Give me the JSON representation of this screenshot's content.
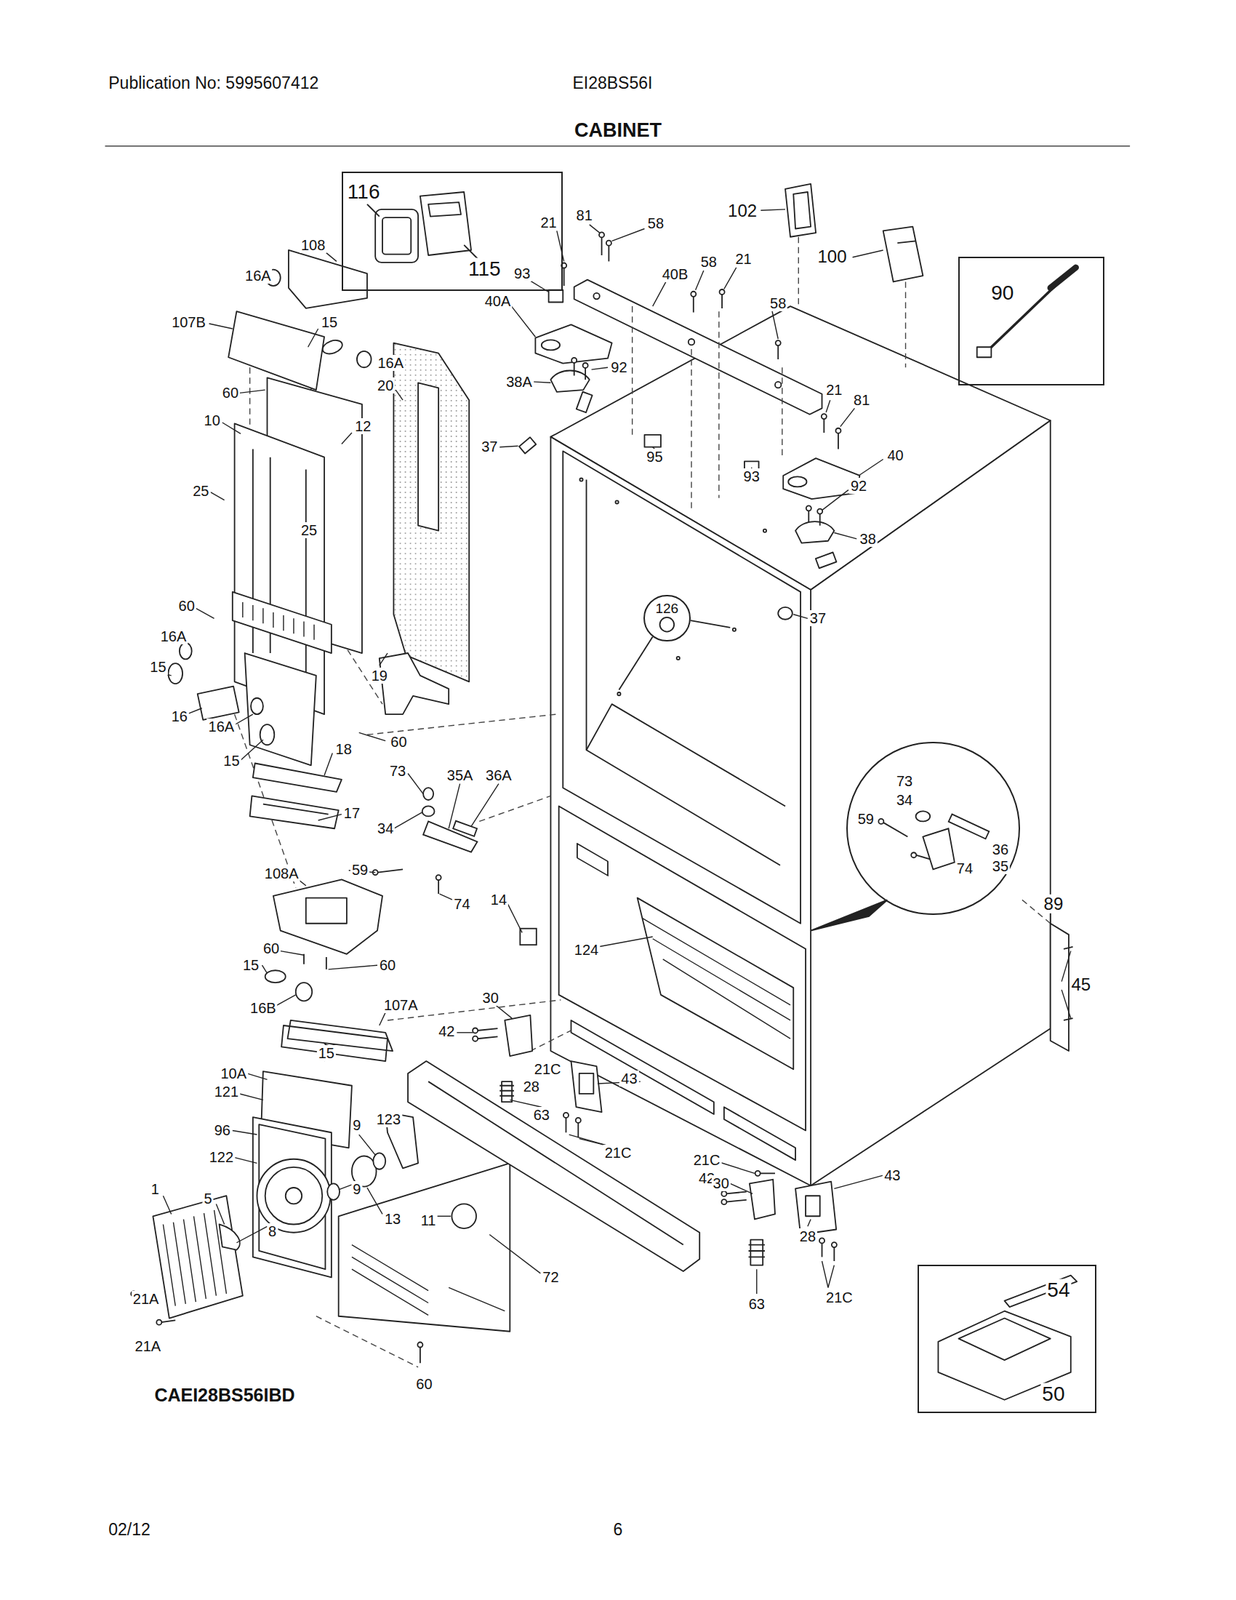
{
  "diagram": {
    "title": "CABINET",
    "nodes": [
      {
        "text": [
          "116",
          "115"
        ]
      },
      {
        "text": [
          "90"
        ]
      },
      {
        "text": [
          "126"
        ]
      },
      {
        "text": [
          "73",
          "34",
          "59",
          "36",
          "35",
          "74"
        ]
      },
      {
        "text": [
          "54",
          "50"
        ]
      }
    ],
    "labels": [
      "Publication No: 5995607412",
      "EI28BS56I",
      "CAEI28BS56IBD",
      "02/12",
      "6",
      "108",
      "16A",
      "107B",
      "15",
      "16A",
      "60",
      "20",
      "10",
      "12",
      "25",
      "25",
      "60",
      "16A",
      "15",
      "16",
      "16A",
      "15",
      "19",
      "60",
      "18",
      "17",
      "73",
      "35A",
      "36A",
      "34",
      "59",
      "74",
      "108A",
      "14",
      "15",
      "60",
      "60",
      "16B",
      "107A",
      "15",
      "10A",
      "121",
      "96",
      "123",
      "9",
      "122",
      "9",
      "13",
      "11",
      "1",
      "5",
      "8",
      "21A",
      "21A",
      "60",
      "72",
      "42",
      "30",
      "21C",
      "28",
      "63",
      "43",
      "21C",
      "21C",
      "42",
      "30",
      "43",
      "28",
      "63",
      "21C",
      "124",
      "89",
      "45",
      "21",
      "81",
      "58",
      "93",
      "40B",
      "58",
      "21",
      "40A",
      "58",
      "102",
      "100",
      "92",
      "38A",
      "37",
      "95",
      "93",
      "21",
      "81",
      "40",
      "92",
      "38",
      "37"
    ]
  }
}
